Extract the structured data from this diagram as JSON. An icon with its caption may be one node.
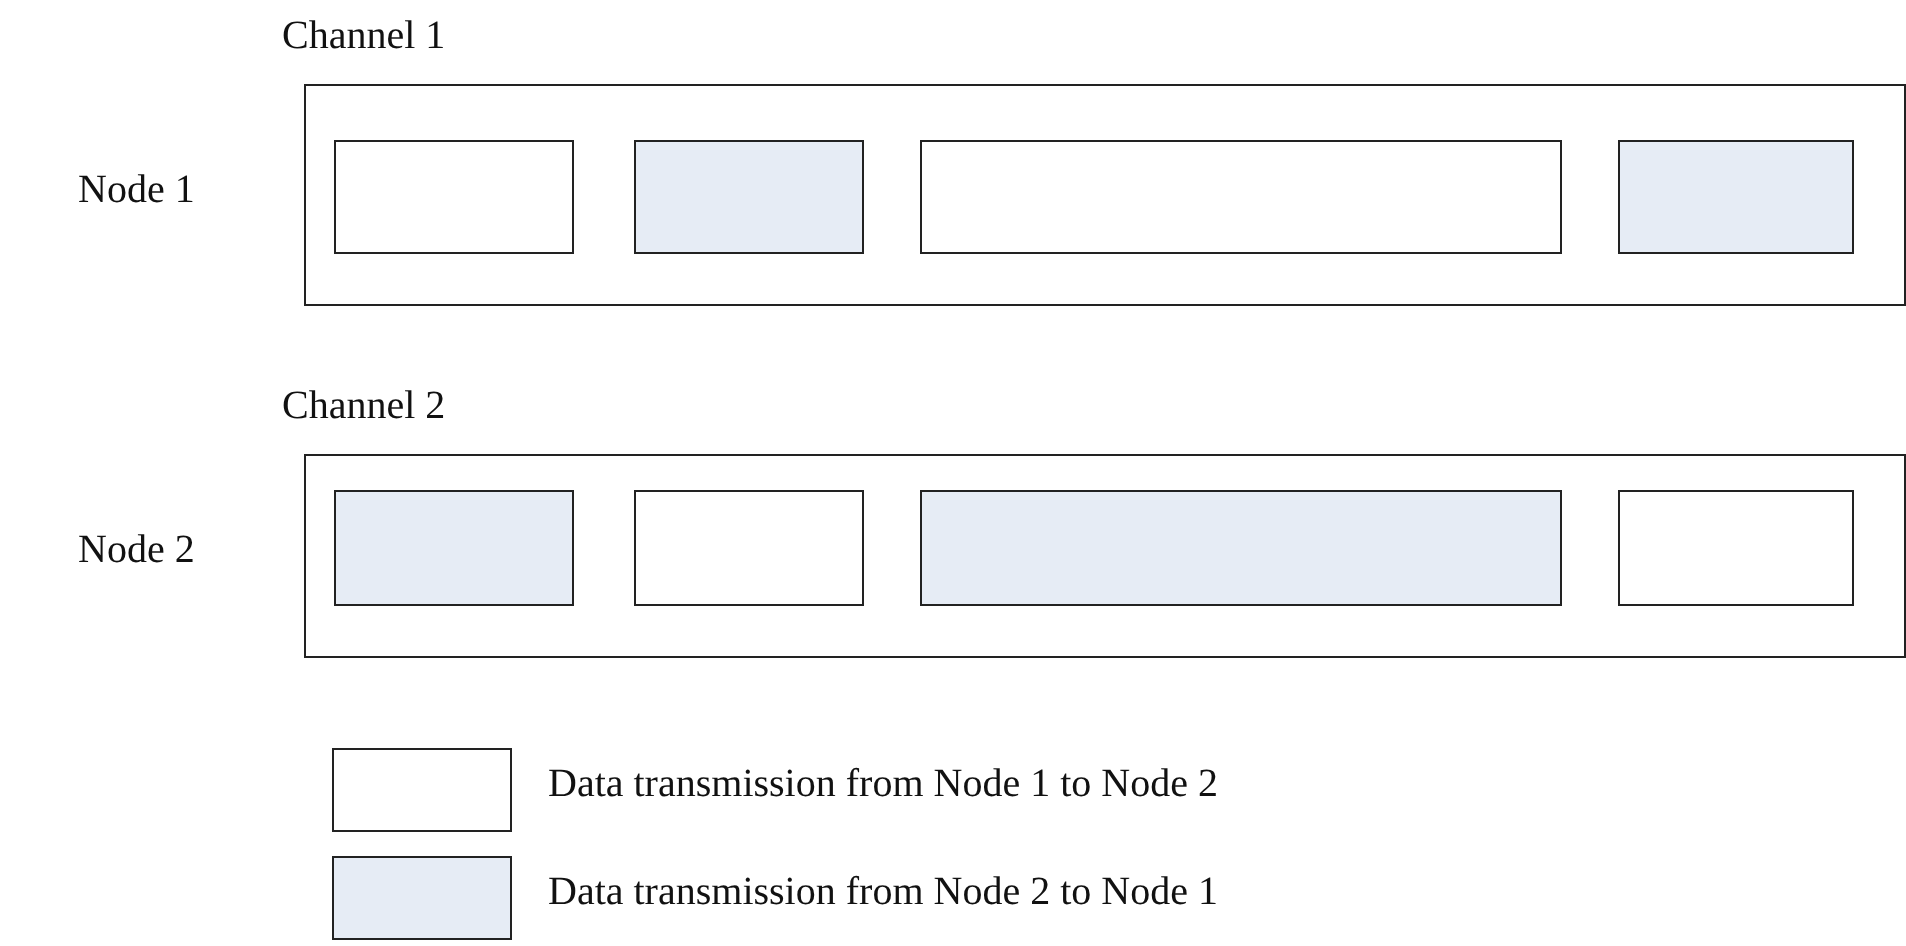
{
  "diagram": {
    "nodes": [
      {
        "text": [
          "Channel 1"
        ],
        "beside": [
          "Node 1"
        ]
      },
      {
        "text": [],
        "shape": "box",
        "in": 0
      },
      {
        "text": [],
        "shape": "box",
        "in": 0
      },
      {
        "text": [],
        "shape": "box",
        "in": 0
      },
      {
        "text": [],
        "shape": "box",
        "in": 0
      },
      {
        "text": [
          "Channel 2"
        ],
        "beside": [
          "Node 2"
        ]
      },
      {
        "text": [],
        "shape": "box",
        "in": 5
      },
      {
        "text": [],
        "shape": "box",
        "in": 5
      },
      {
        "text": [],
        "shape": "box",
        "in": 5
      },
      {
        "text": [],
        "shape": "box",
        "in": 5
      }
    ],
    "edges": [],
    "legend": [
      {
        "text": "Data transmission from Node 1 to Node 2",
        "color": "#ffffff"
      },
      {
        "text": "Data transmission from Node 2 to Node 1",
        "color": "#e6ecf5"
      }
    ]
  }
}
